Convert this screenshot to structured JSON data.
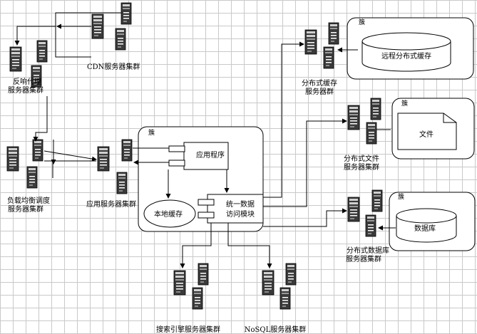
{
  "nodes": {
    "cdn": "CDN服务器集群",
    "reverse_proxy": [
      "反响代理",
      "服务器集群"
    ],
    "load_balancer": [
      "负载均衡调度",
      "服务器集群"
    ],
    "app_servers": "应用服务器集群",
    "app_program": "应用程序",
    "local_cache": "本地缓存",
    "unified_data_access": [
      "统一数据",
      "访问模块"
    ],
    "distributed_cache": [
      "分布式缓存",
      "服务器群"
    ],
    "remote_cache": "远程分布式缓存",
    "distributed_file": [
      "分布式文件",
      "服务器集群"
    ],
    "file": "文件",
    "distributed_db": [
      "分布式数据库",
      "服务器集群"
    ],
    "database": "数据库",
    "search_engine": "搜索引擎服务器集群",
    "nosql": "NoSQL服务器集群"
  },
  "package_tag": "簇"
}
